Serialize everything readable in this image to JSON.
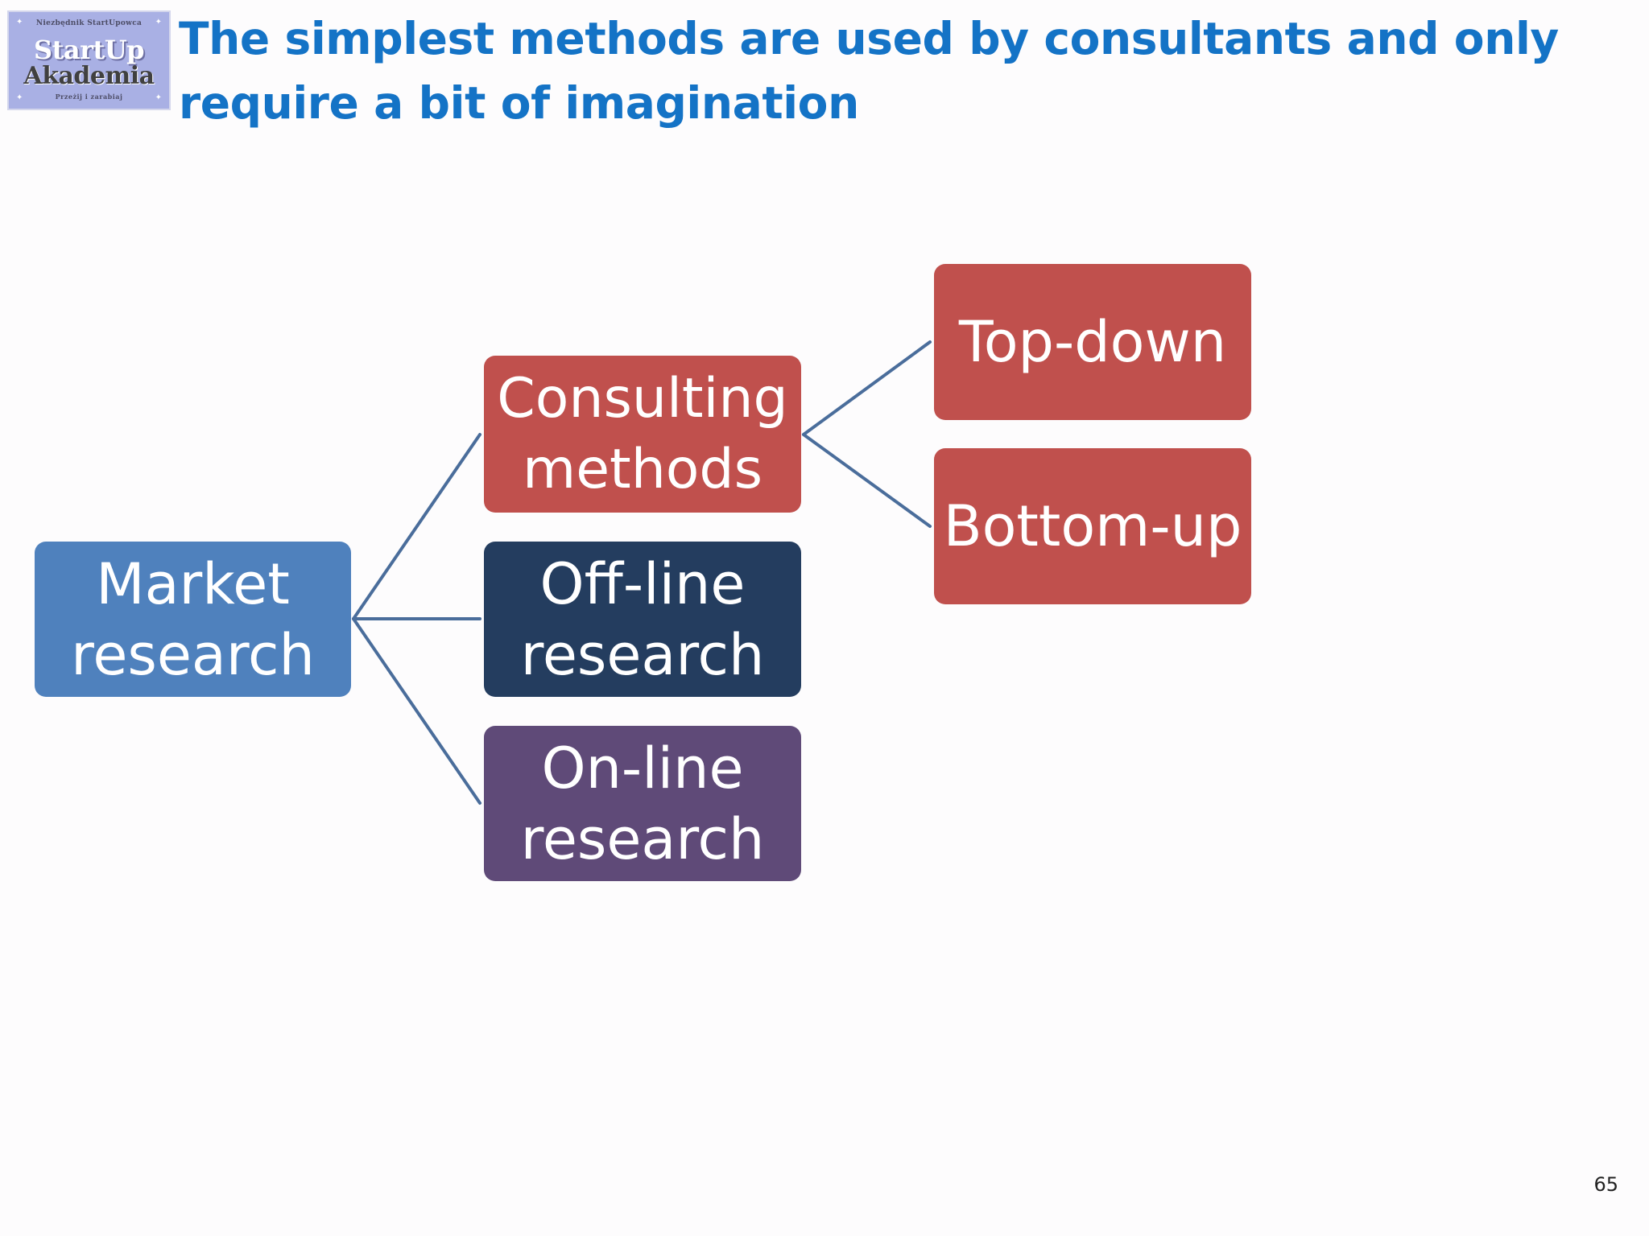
{
  "logo": {
    "tagline": "Niezbędnik StartUpowca",
    "line1": "StartUp",
    "line2": "Akademia",
    "motto": "Przeżij i zarabiaj"
  },
  "title": "The simplest methods are used by consultants and only require a bit of imagination",
  "diagram": {
    "root": {
      "line1": "Market",
      "line2": "research",
      "color": "#4f81bd"
    },
    "branches": [
      {
        "line1": "Consulting",
        "line2": "methods",
        "color": "#c0504d",
        "children": [
          {
            "label": "Top-down",
            "color": "#c0504d"
          },
          {
            "label": "Bottom-up",
            "color": "#c0504d"
          }
        ]
      },
      {
        "line1": "Off-line",
        "line2": "research",
        "color": "#243d5f"
      },
      {
        "line1": "On-line",
        "line2": "research",
        "color": "#5f4a78"
      }
    ],
    "connector_color": "#4a6d9b"
  },
  "page_number": "65"
}
